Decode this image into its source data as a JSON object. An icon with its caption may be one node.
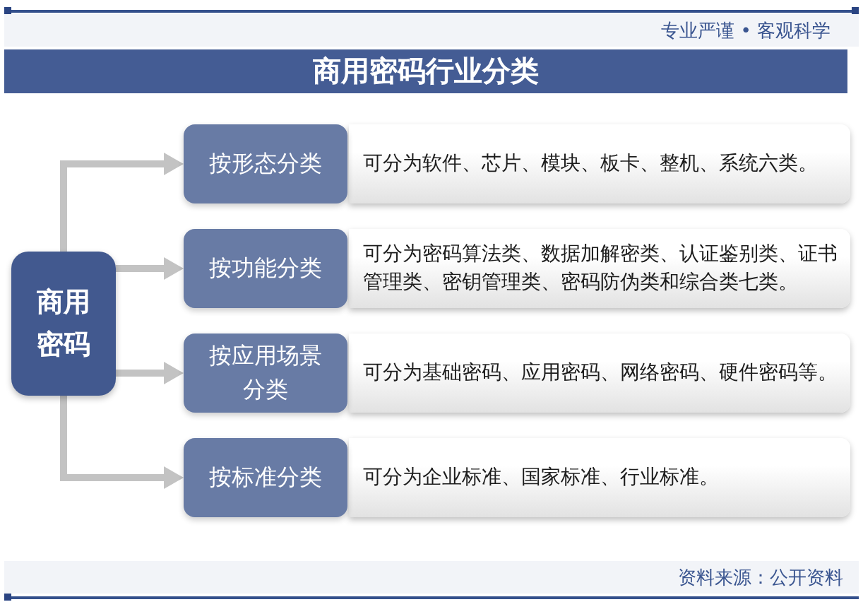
{
  "diagram": {
    "title": "商用密码行业分类",
    "nodes": [
      {
        "text": [
          "商用密码"
        ]
      },
      {
        "text": [
          "按形态分类"
        ]
      },
      {
        "text": [
          "可分为软件、芯片、模块、板卡、整机、系统六类。"
        ]
      },
      {
        "text": [
          "按功能分类"
        ]
      },
      {
        "text": [
          "可分为密码算法类、数据加解密类、认证鉴别类、证书管理类、密钥管理类、密码防伪类和综合类七类。"
        ]
      },
      {
        "text": [
          "按应用场景分类"
        ]
      },
      {
        "text": [
          "可分为基础密码、应用密码、网络密码、硬件密码等。"
        ]
      },
      {
        "text": [
          "按标准分类"
        ]
      },
      {
        "text": [
          "可分为企业标准、国家标准、行业标准。"
        ]
      }
    ],
    "edges": [
      {
        "from": 0,
        "to": 1,
        "arrow": "to"
      },
      {
        "from": 0,
        "to": 3,
        "arrow": "to"
      },
      {
        "from": 0,
        "to": 5,
        "arrow": "to"
      },
      {
        "from": 0,
        "to": 7,
        "arrow": "to"
      }
    ],
    "labels": [
      "专业严谨 • 客观科学",
      "资料来源：公开资料"
    ]
  }
}
